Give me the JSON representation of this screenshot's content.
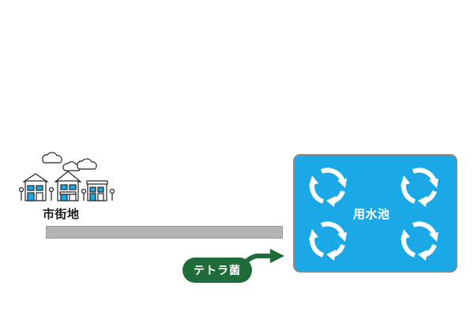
{
  "town": {
    "label": "市街地",
    "icon": "houses-with-clouds-icon"
  },
  "pipe": {
    "color": "#b3b3b3"
  },
  "bacteria": {
    "label": "テトラ菌",
    "color": "#1f6b3a",
    "icon": "arrow-right-icon"
  },
  "pond": {
    "label": "用水池",
    "color": "#1aa8e6",
    "icon": "circulation-arrows-icon"
  }
}
